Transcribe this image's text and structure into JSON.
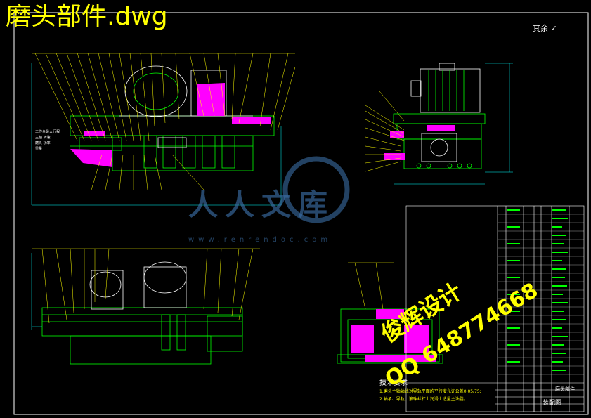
{
  "drawing": {
    "file_title": "磨头部件.dwg",
    "roughness_remark": "其余",
    "technical_requirements": {
      "heading": "技术要求",
      "items": [
        "1.磨头主轴轴线对导轨平面的平行度允许公差0.05/75;",
        "2.轴承、导轨、滚珠丝杠上润滑上适量主油脂。"
      ]
    },
    "title_block": {
      "drawing_name": "装配图",
      "unit": "磨头部件"
    }
  },
  "watermarks": {
    "logo_text": "人人文库",
    "logo_url": "www.renrendoc.com",
    "stamp_line1": "俊辉设计",
    "stamp_line2": "QQ 648774668"
  },
  "colors": {
    "background": "#000000",
    "outline": "#00ff00",
    "section_hatch": "#ff00ff",
    "leader": "#ffff00",
    "dimension": "#00ffff",
    "text": "#ffffff",
    "watermark_blue": "#3b6ea5"
  }
}
